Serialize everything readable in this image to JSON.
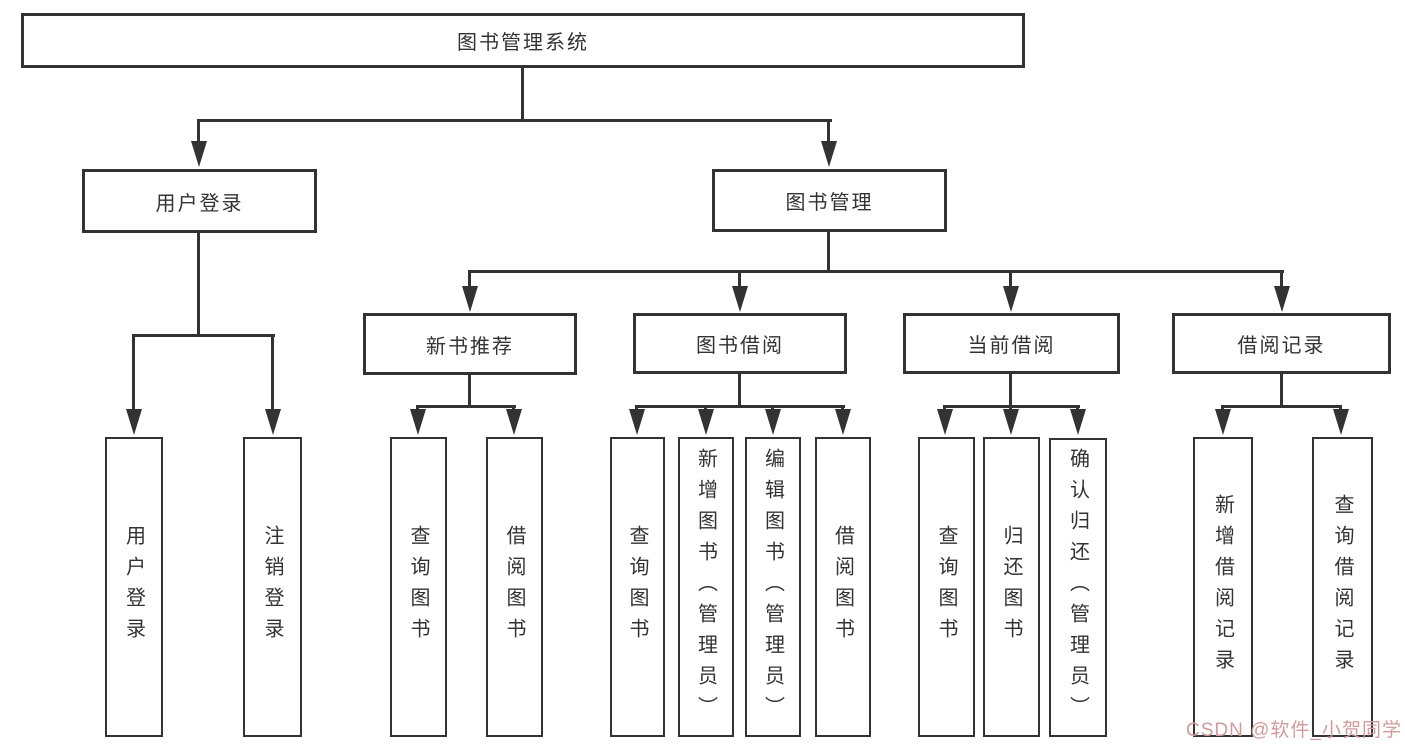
{
  "nodes": {
    "root": {
      "label": "图书管理系统"
    },
    "user_login": {
      "label": "用户登录",
      "children": [
        {
          "label": "用户登录"
        },
        {
          "label": "注销登录"
        }
      ]
    },
    "book_management": {
      "label": "图书管理",
      "children": [
        {
          "label": "新书推荐",
          "children": [
            {
              "label": "查询图书"
            },
            {
              "label": "借阅图书"
            }
          ]
        },
        {
          "label": "图书借阅",
          "children": [
            {
              "label": "查询图书"
            },
            {
              "label": "新增图书（管理员）"
            },
            {
              "label": "编辑图书（管理员）"
            },
            {
              "label": "借阅图书"
            }
          ]
        },
        {
          "label": "当前借阅",
          "children": [
            {
              "label": "查询图书"
            },
            {
              "label": "归还图书"
            },
            {
              "label": "确认归还（管理员）"
            }
          ]
        },
        {
          "label": "借阅记录",
          "children": [
            {
              "label": "新增借阅记录"
            },
            {
              "label": "查询借阅记录"
            }
          ]
        }
      ]
    }
  },
  "watermark": {
    "text": "CSDN @软件_小贺同学",
    "color": "#d09c9c"
  },
  "colors": {
    "line": "#333333",
    "box_background": "#ffffff",
    "text": "#333333"
  }
}
